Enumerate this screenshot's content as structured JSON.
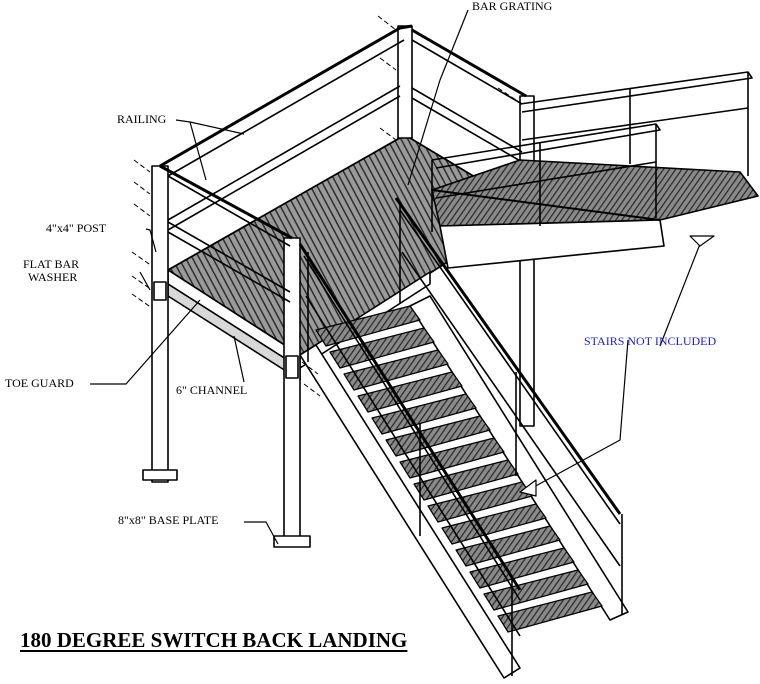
{
  "title": "180 DEGREE SWITCH BACK LANDING",
  "labels": {
    "bar_grating": "BAR GRATING",
    "railing": "RAILING",
    "post": "4\"x4\" POST",
    "flat_bar_line1": "FLAT BAR",
    "flat_bar_line2": "WASHER",
    "toe_guard": "TOE GUARD",
    "channel": "6\" CHANNEL",
    "base_plate": "8\"x8\" BASE PLATE",
    "stairs_not_included": "STAIRS NOT INCLUDED"
  },
  "colors": {
    "line": "#000000",
    "grating": "#4a4a4a",
    "annotation_blue": "#1c1cd6"
  }
}
